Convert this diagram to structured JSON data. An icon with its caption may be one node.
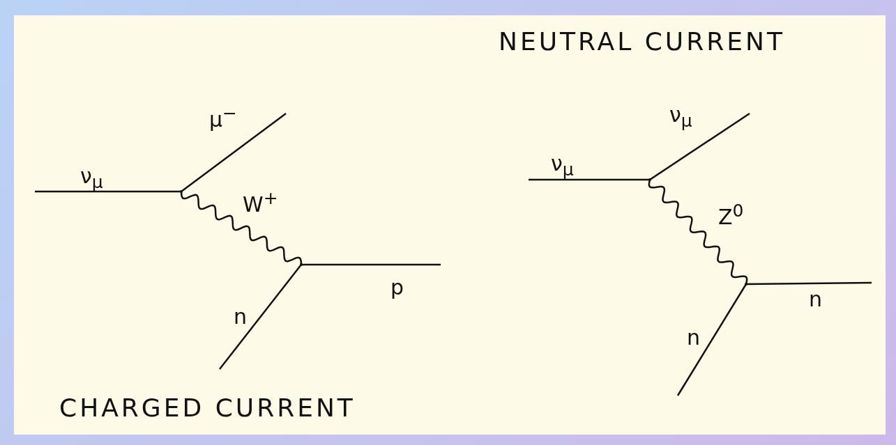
{
  "diagram": {
    "nodes": [
      {
        "text": [],
        "shape": "point"
      },
      {
        "text": [],
        "shape": "point"
      },
      {
        "text": [],
        "shape": "point"
      },
      {
        "text": [],
        "shape": "point"
      }
    ],
    "edges": [
      {
        "from": null,
        "to": 0,
        "arrow": "none",
        "label": "ν$_{μ}$"
      },
      {
        "from": 0,
        "to": null,
        "arrow": "none",
        "label": "μ$^{−}$"
      },
      {
        "from": 0,
        "to": 1,
        "arrow": "none",
        "label": "W$^{+}$"
      },
      {
        "from": null,
        "to": 1,
        "arrow": "none",
        "label": "n"
      },
      {
        "from": 1,
        "to": null,
        "arrow": "none",
        "label": "p"
      },
      {
        "from": null,
        "to": 2,
        "arrow": "none",
        "label": "ν$_{μ}$"
      },
      {
        "from": 2,
        "to": null,
        "arrow": "none",
        "label": "ν$_{μ}$"
      },
      {
        "from": 2,
        "to": 3,
        "arrow": "none",
        "label": "Z$^{0}$"
      },
      {
        "from": null,
        "to": 3,
        "arrow": "none",
        "label": "n"
      },
      {
        "from": 3,
        "to": null,
        "arrow": "none",
        "label": "n"
      }
    ],
    "labels": [
      "NEUTRAL CURRENT",
      "CHARGED CURRENT"
    ]
  }
}
